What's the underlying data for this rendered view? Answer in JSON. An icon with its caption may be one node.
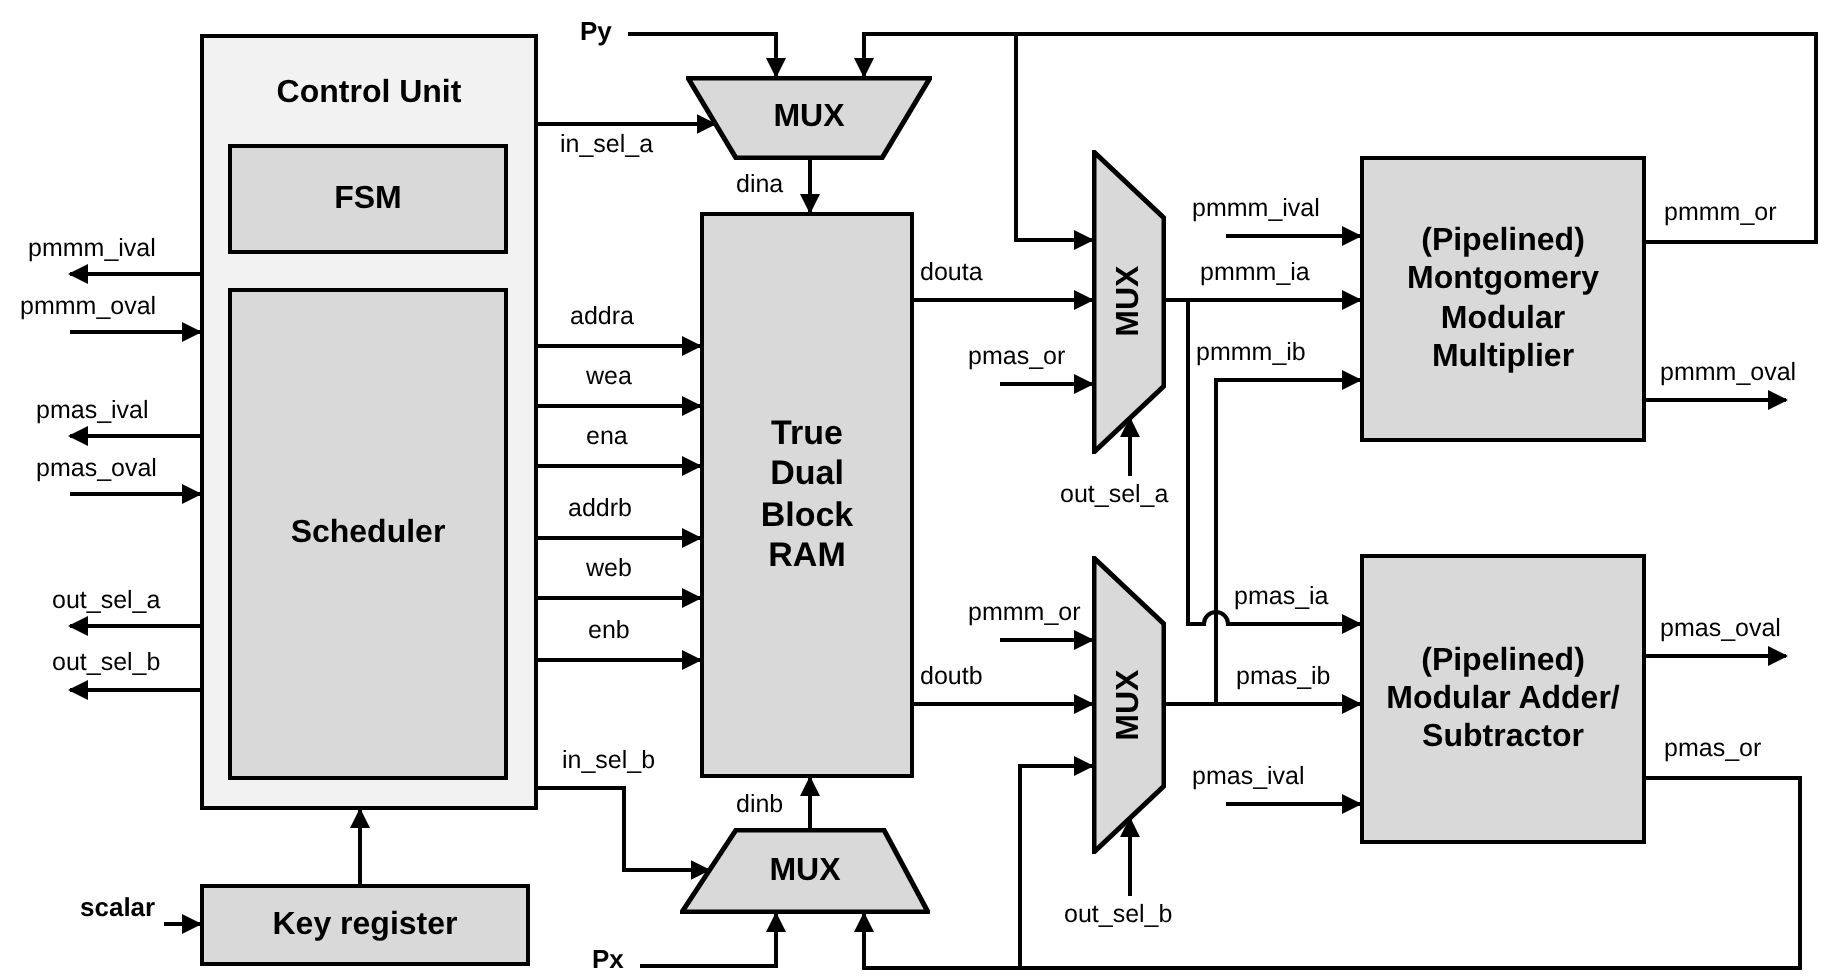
{
  "diagram": {
    "nodes": [
      {
        "text": [
          "Control Unit"
        ]
      },
      {
        "text": [
          "FSM"
        ],
        "in": 0
      },
      {
        "text": [
          "Scheduler"
        ],
        "in": 0
      },
      {
        "text": [
          "Py"
        ]
      },
      {
        "text": [
          "MUX"
        ]
      },
      {
        "text": [
          "True Dual Block RAM"
        ]
      },
      {
        "text": [
          "MUX"
        ]
      },
      {
        "text": [
          "(Pipelined) Montgomery Modular Multiplier"
        ]
      },
      {
        "text": [
          "MUX"
        ]
      },
      {
        "text": [
          "(Pipelined) Modular Adder/ Subtractor"
        ]
      },
      {
        "text": [
          "MUX"
        ]
      },
      {
        "text": [
          "scalar"
        ]
      },
      {
        "text": [
          "Key register"
        ]
      },
      {
        "text": [
          "Px"
        ]
      }
    ],
    "edges": [
      {
        "from": 3,
        "to": 4,
        "arrow": "to"
      },
      {
        "from": 0,
        "to": 4,
        "arrow": "to",
        "label": "in_sel_a"
      },
      {
        "from": 7,
        "to": 4,
        "arrow": "to",
        "label": "pmmm_or"
      },
      {
        "from": 7,
        "to": 6,
        "arrow": "to"
      },
      {
        "from": 4,
        "to": 5,
        "arrow": "to",
        "label": "dina"
      },
      {
        "from": 0,
        "to": 5,
        "arrow": "to",
        "label": "addra"
      },
      {
        "from": 0,
        "to": 5,
        "arrow": "to",
        "label": "wea"
      },
      {
        "from": 0,
        "to": 5,
        "arrow": "to",
        "label": "ena"
      },
      {
        "from": 0,
        "to": 5,
        "arrow": "to",
        "label": "addrb"
      },
      {
        "from": 0,
        "to": 5,
        "arrow": "to",
        "label": "web"
      },
      {
        "from": 0,
        "to": 5,
        "arrow": "to",
        "label": "enb"
      },
      {
        "from": 0,
        "to": null,
        "arrow": "to",
        "label": "pmmm_ival"
      },
      {
        "from": null,
        "to": 0,
        "arrow": "to",
        "label": "pmmm_oval"
      },
      {
        "from": 0,
        "to": null,
        "arrow": "to",
        "label": "pmas_ival"
      },
      {
        "from": null,
        "to": 0,
        "arrow": "to",
        "label": "pmas_oval"
      },
      {
        "from": 0,
        "to": null,
        "arrow": "to",
        "label": "out_sel_a"
      },
      {
        "from": 0,
        "to": null,
        "arrow": "to",
        "label": "out_sel_b"
      },
      {
        "from": 5,
        "to": 6,
        "arrow": "to",
        "label": "douta"
      },
      {
        "from": null,
        "to": 6,
        "arrow": "to",
        "label": "pmas_or"
      },
      {
        "from": null,
        "to": 6,
        "arrow": "to",
        "label": "out_sel_a"
      },
      {
        "from": 6,
        "to": 7,
        "arrow": "to",
        "label": "pmmm_ia"
      },
      {
        "from": 6,
        "to": 9,
        "arrow": "to",
        "label": "pmas_ia"
      },
      {
        "from": null,
        "to": 7,
        "arrow": "to",
        "label": "pmmm_ival"
      },
      {
        "from": 8,
        "to": 7,
        "arrow": "to",
        "label": "pmmm_ib"
      },
      {
        "from": 7,
        "to": null,
        "arrow": "to",
        "label": "pmmm_oval"
      },
      {
        "from": 5,
        "to": 8,
        "arrow": "to",
        "label": "doutb"
      },
      {
        "from": null,
        "to": 8,
        "arrow": "to",
        "label": "pmmm_or"
      },
      {
        "from": 9,
        "to": 8,
        "arrow": "to",
        "label": "pmas_or"
      },
      {
        "from": null,
        "to": 8,
        "arrow": "to",
        "label": "out_sel_b"
      },
      {
        "from": 8,
        "to": 9,
        "arrow": "to",
        "label": "pmas_ib"
      },
      {
        "from": null,
        "to": 9,
        "arrow": "to",
        "label": "pmas_ival"
      },
      {
        "from": 9,
        "to": null,
        "arrow": "to",
        "label": "pmas_oval"
      },
      {
        "from": 9,
        "to": 10,
        "arrow": "to"
      },
      {
        "from": 0,
        "to": 10,
        "arrow": "to",
        "label": "in_sel_b"
      },
      {
        "from": 10,
        "to": 5,
        "arrow": "to",
        "label": "dinb"
      },
      {
        "from": 13,
        "to": 10,
        "arrow": "to"
      },
      {
        "from": 11,
        "to": 12,
        "arrow": "to"
      },
      {
        "from": 12,
        "to": 0,
        "arrow": "to"
      }
    ]
  }
}
